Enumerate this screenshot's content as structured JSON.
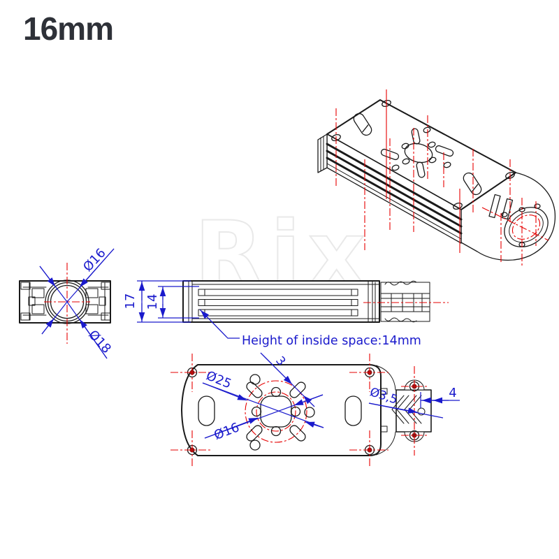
{
  "title": "16mm",
  "watermark": "Rix",
  "colors": {
    "line": "#1a1a1a",
    "red": "#e60000",
    "blue": "#1a1acc",
    "title": "#2e3138",
    "maroon": "#8a1717",
    "watermark": "#e9e9e9"
  },
  "views": {
    "end_view": {
      "dim_tube": "Ø16",
      "dim_clamp_bore": "Ø18"
    },
    "side_view": {
      "dim_outer_height": "17",
      "dim_inner_height": "14",
      "leader_note": "Height of inside space:14mm"
    },
    "bottom_view": {
      "dim_slot_circle": "Ø25",
      "dim_hole_circle": "Ø16",
      "dim_slot_width": "3",
      "dim_screw_hole": "Ø3,5",
      "dim_hole_edge": "4"
    }
  }
}
